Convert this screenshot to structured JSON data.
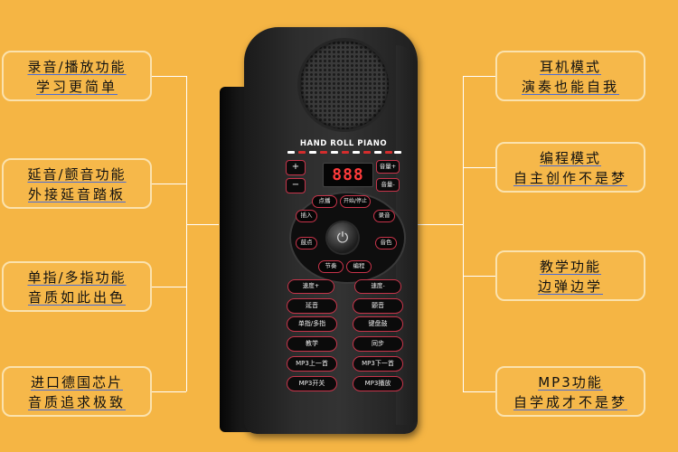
{
  "product": {
    "brand": "HAND ROLL PIANO",
    "display_value": "888"
  },
  "callouts_left": [
    {
      "line1": "录音/播放功能",
      "line2": "学习更简单"
    },
    {
      "line1": "延音/颤音功能",
      "line2": "外接延音踏板"
    },
    {
      "line1": "单指/多指功能",
      "line2": "音质如此出色"
    },
    {
      "line1": "进口德国芯片",
      "line2": "音质追求极致"
    }
  ],
  "callouts_right": [
    {
      "line1": "耳机模式",
      "line2": "演奏也能自我"
    },
    {
      "line1": "编程模式",
      "line2": "自主创作不是梦"
    },
    {
      "line1": "教学功能",
      "line2": "边弹边学"
    },
    {
      "line1": "MP3功能",
      "line2": "自学成才不是梦"
    }
  ],
  "controls": {
    "plus": "+",
    "minus": "−",
    "volume_up": "音量+",
    "volume_down": "音量-",
    "dial": [
      "点播",
      "开始/停止",
      "录音",
      "音色",
      "编程",
      "节奏",
      "鼓点",
      "插入"
    ],
    "power_symbol": "⏻",
    "speed_plus": "速度+",
    "speed_minus": "速度-",
    "left_column": [
      "延音",
      "单指/多指",
      "教学",
      "MP3上一首",
      "MP3开关"
    ],
    "right_column": [
      "颤音",
      "键盘鼓",
      "同步",
      "MP3下一首",
      "MP3播放"
    ]
  }
}
